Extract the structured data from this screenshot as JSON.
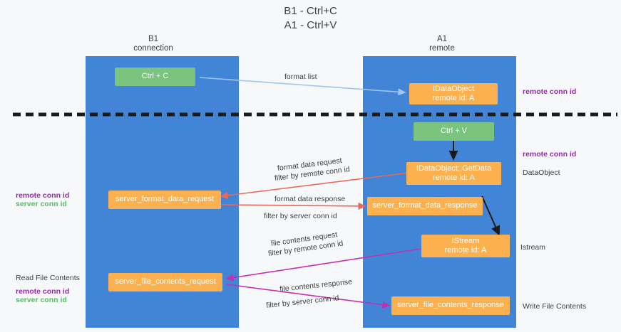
{
  "diagram": {
    "title_line1": "B1 - Ctrl+C",
    "title_line2": "A1 - Ctrl+V",
    "colors": {
      "panel": "#4285d6",
      "green_node": "#7ac47f",
      "orange_node": "#fbb150",
      "purple": "#9c27b0",
      "green_text": "#57bb68",
      "magenta": "#c32fb3",
      "red_arrow": "#e8695c",
      "blue_arrow": "#9fc7ef",
      "black": "#1b1b1b"
    },
    "columns": [
      {
        "name": "left-column",
        "title": "B1",
        "subtitle": "connection"
      },
      {
        "name": "right-column",
        "title": "A1",
        "subtitle": "remote"
      }
    ],
    "nodes": [
      {
        "id": "ctrl-c",
        "label": "Ctrl + C",
        "sub": "",
        "style": "green"
      },
      {
        "id": "idataobject",
        "label": "IDataObject",
        "sub": "remote id: A",
        "style": "orange"
      },
      {
        "id": "ctrl-v",
        "label": "Ctrl + V",
        "sub": "",
        "style": "green"
      },
      {
        "id": "idataobject-getdata",
        "label": "IDataObject::GetData",
        "sub": "remote id: A",
        "style": "orange"
      },
      {
        "id": "server-format-data-request",
        "label": "server_format_data_request",
        "sub": "",
        "style": "orange"
      },
      {
        "id": "server-format-data-response",
        "label": "server_format_data_response",
        "sub": "",
        "style": "orange"
      },
      {
        "id": "istream",
        "label": "IStream",
        "sub": "remote id: A",
        "style": "orange"
      },
      {
        "id": "server-file-contents-request",
        "label": "server_file_contents_request",
        "sub": "",
        "style": "orange"
      },
      {
        "id": "server-file-contents-response",
        "label": "server_file_contents_response",
        "sub": "",
        "style": "orange"
      }
    ],
    "flow_labels": {
      "format_list": "format list",
      "format_data_request": "format data request",
      "format_data_response": "format data response",
      "file_contents_request": "file contents request",
      "file_contents_response": "file contents response",
      "filter_by": "filter by",
      "remote_conn_id": "remote conn id",
      "server_conn_id": "server conn id"
    },
    "side_labels_right": [
      {
        "id": "right-remote-conn-id-top",
        "text": "remote conn id"
      },
      {
        "id": "right-remote-conn-id-mid",
        "text": "remote conn id"
      },
      {
        "id": "right-dataobject",
        "text": "DataObject"
      },
      {
        "id": "right-istream",
        "text": "Istream"
      },
      {
        "id": "right-write-file-contents",
        "text": "Write File Contents"
      }
    ],
    "side_labels_left": [
      {
        "id": "left-remote-conn-id-mid",
        "text": "remote conn id"
      },
      {
        "id": "left-server-conn-id-mid",
        "text": "server conn id"
      },
      {
        "id": "left-read-file-contents",
        "text": "Read File Contents"
      },
      {
        "id": "left-remote-conn-id-bot",
        "text": "remote conn id"
      },
      {
        "id": "left-server-conn-id-bot",
        "text": "server conn id"
      }
    ]
  }
}
